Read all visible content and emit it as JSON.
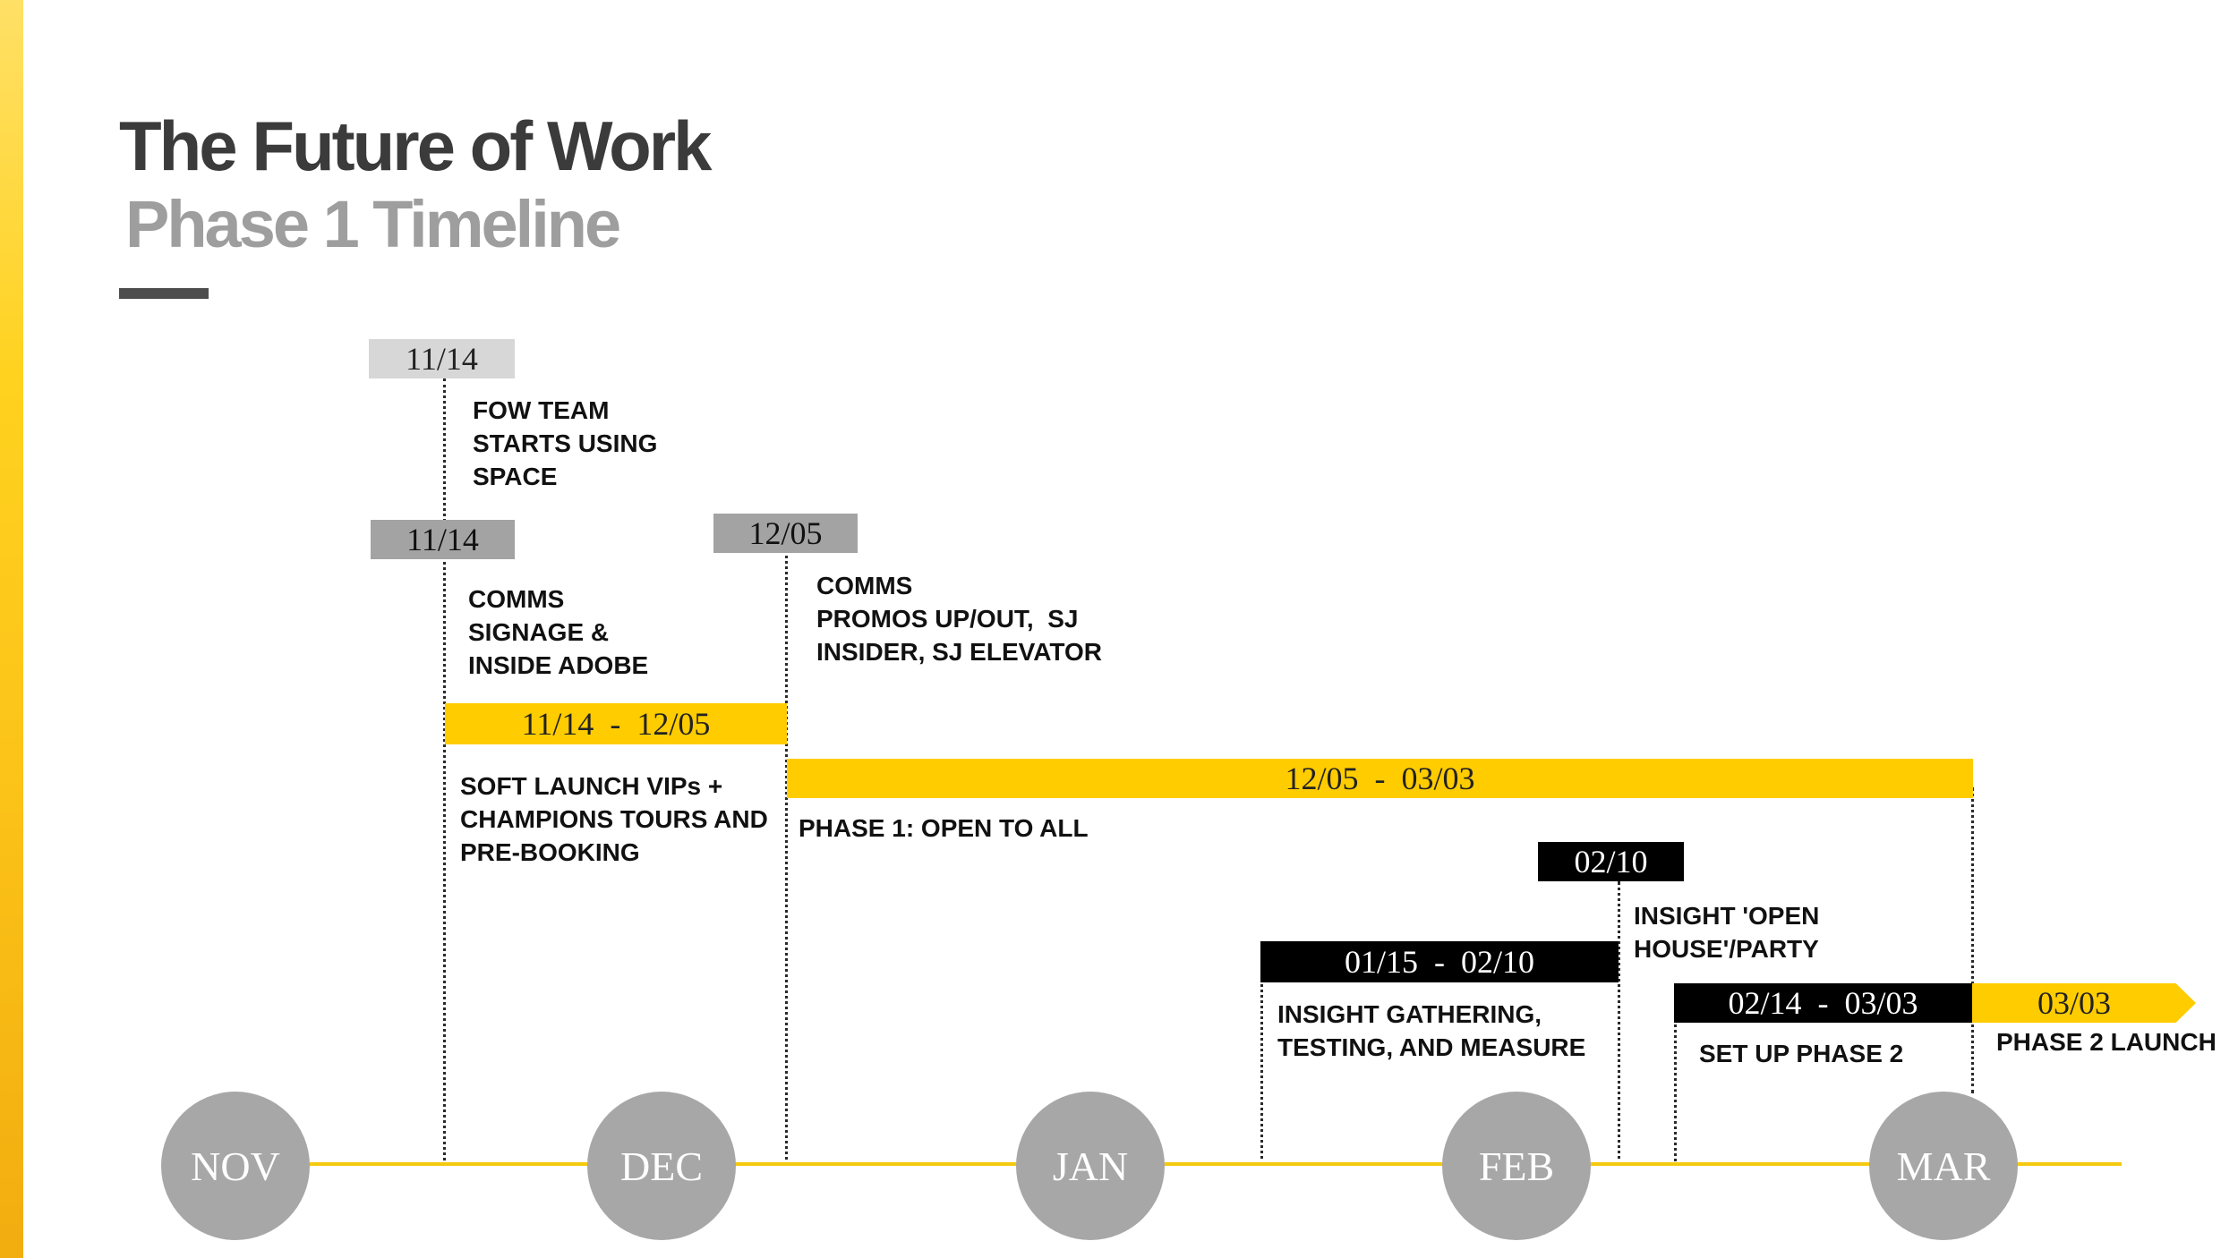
{
  "header": {
    "title": "The Future of Work",
    "subtitle": "Phase 1 Timeline"
  },
  "months": [
    "NOV",
    "DEC",
    "JAN",
    "FEB",
    "MAR"
  ],
  "events": [
    {
      "date": "11/14",
      "description": "FOW TEAM\nSTARTS USING\nSPACE"
    },
    {
      "date": "11/14",
      "description": "COMMS\nSIGNAGE &\nINSIDE ADOBE"
    },
    {
      "date": "12/05",
      "description": "COMMS\nPROMOS UP/OUT,  SJ\nINSIDER, SJ ELEVATOR"
    },
    {
      "date": "11/14  -  12/05",
      "description": "SOFT LAUNCH VIPs +\nCHAMPIONS TOURS AND\nPRE-BOOKING"
    },
    {
      "date": "12/05  -  03/03",
      "description": "PHASE 1: OPEN TO ALL"
    },
    {
      "date": "02/10",
      "description": "INSIGHT 'OPEN\nHOUSE'/PARTY"
    },
    {
      "date": "01/15  -  02/10",
      "description": "INSIGHT GATHERING,\nTESTING, AND MEASURE"
    },
    {
      "date": "02/14  -  03/03",
      "description": "SET UP PHASE 2"
    },
    {
      "date": "03/03",
      "description": "PHASE 2 LAUNCH"
    }
  ],
  "colors": {
    "accent_yellow": "#ffcc00",
    "month_circle": "#a7a7a7",
    "title_dark": "#3b3b3b",
    "subtitle_gray": "#9e9e9e"
  }
}
